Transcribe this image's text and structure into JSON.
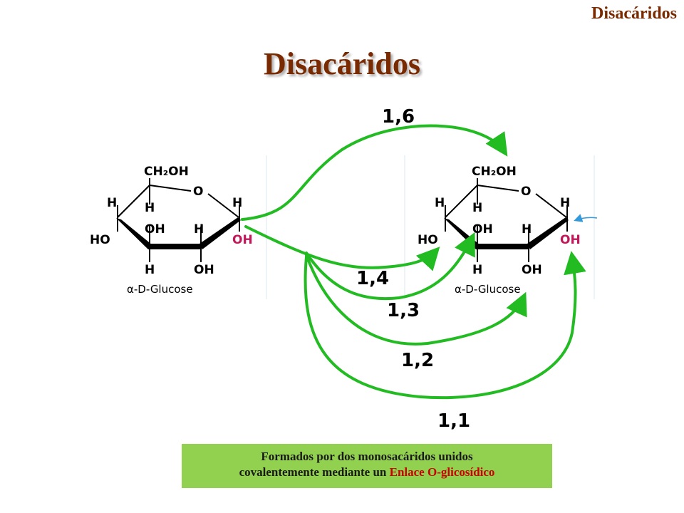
{
  "header": {
    "corner_title": "Disacáridos",
    "main_title": "Disacáridos"
  },
  "molecules": [
    {
      "ch2oh": "CH₂OH",
      "ring_o": "O",
      "h_c5": "H",
      "h_c4_top": "H",
      "h_c1_top": "H",
      "ho_c4": "HO",
      "oh_c3": "OH",
      "h_c2": "H",
      "oh_c1": "OH",
      "h_c3_bottom": "H",
      "oh_c2_bottom": "OH",
      "name": "α-D-Glucose"
    },
    {
      "ch2oh": "CH₂OH",
      "ring_o": "O",
      "h_c5": "H",
      "h_c4_top": "H",
      "h_c1_top": "H",
      "ho_c4": "HO",
      "oh_c3": "OH",
      "h_c2": "H",
      "oh_c1": "OH",
      "h_c3_bottom": "H",
      "oh_c2_bottom": "OH",
      "name": "α-D-Glucose"
    }
  ],
  "bond_labels": {
    "b16": "1,6",
    "b14": "1,4",
    "b13": "1,3",
    "b12": "1,2",
    "b11": "1,1"
  },
  "caption": {
    "line1": "Formados por dos monosacáridos unidos",
    "line2_prefix": "covalentemente mediante un ",
    "line2_highlight": "Enlace O-glicosídico"
  },
  "colors": {
    "arrow": "#22bb22",
    "title": "#7a2a00",
    "caption_bg": "#92d050",
    "highlight": "#cc0000",
    "oh_anomeric": "#c0185a"
  }
}
